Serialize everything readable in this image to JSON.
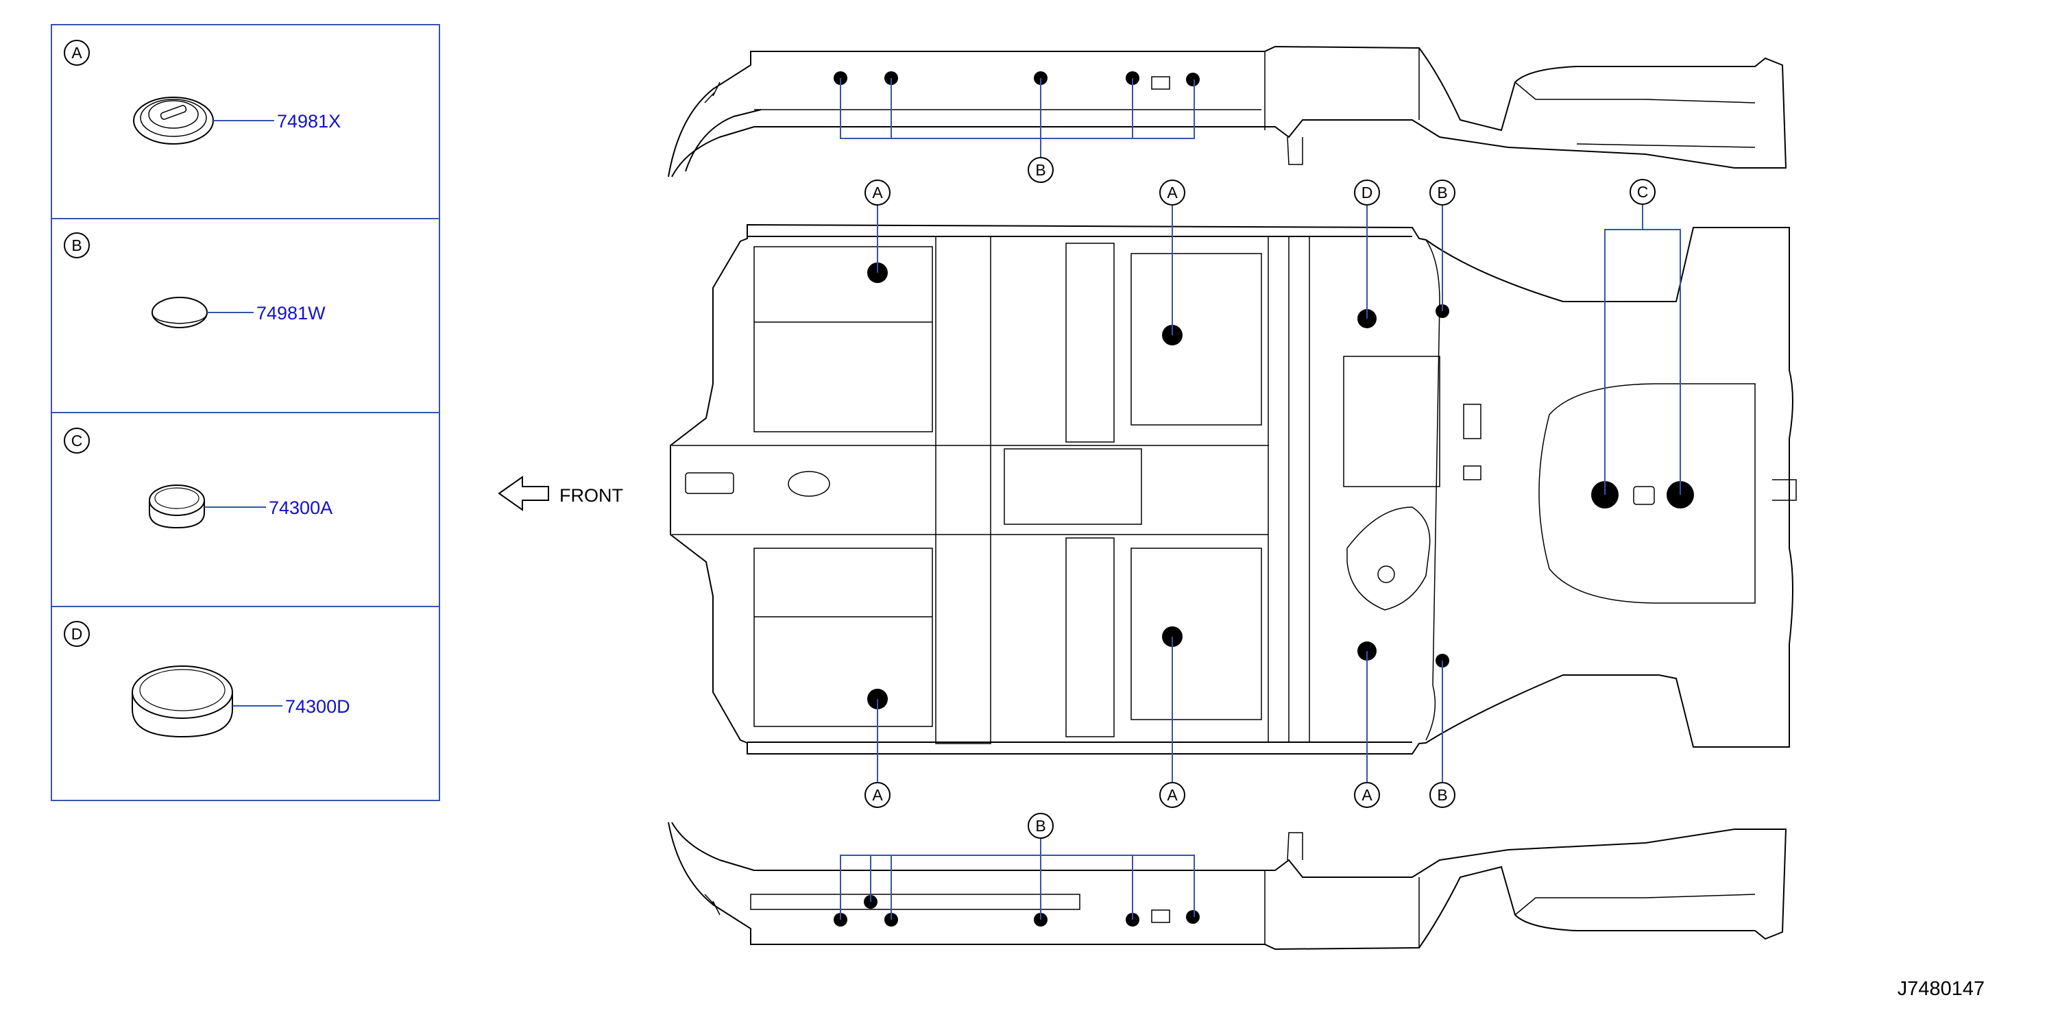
{
  "legend": {
    "panels": [
      {
        "letter": "A",
        "part_number": "74981X"
      },
      {
        "letter": "B",
        "part_number": "74981W"
      },
      {
        "letter": "C",
        "part_number": "74300A"
      },
      {
        "letter": "D",
        "part_number": "74300D"
      }
    ]
  },
  "direction_label": "FRONT",
  "callouts": {
    "top_side": [
      "B"
    ],
    "floor_top": [
      "A",
      "A",
      "D",
      "B",
      "C"
    ],
    "floor_bottom": [
      "A",
      "A",
      "A",
      "B"
    ],
    "bottom_side": [
      "B"
    ]
  },
  "diagram_id": "J7480147",
  "colors": {
    "frame": "#3355aa",
    "part_number": "#1111cc",
    "line": "#000000"
  }
}
